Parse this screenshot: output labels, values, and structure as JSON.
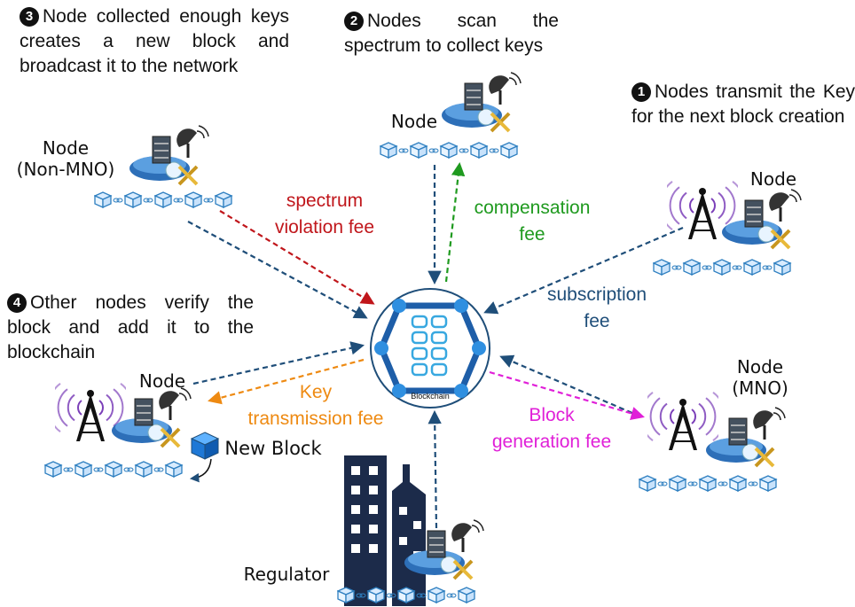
{
  "steps": [
    {
      "num": "3",
      "text": "Node collected enough keys creates a new block and broadcast it to the network"
    },
    {
      "num": "2",
      "text": "Nodes scan the spectrum to collect keys"
    },
    {
      "num": "1",
      "text": "Nodes transmit the Key for the next block creation"
    },
    {
      "num": "4",
      "text": "Other nodes verify the block and add it to the blockchain"
    }
  ],
  "nodes": {
    "top": "Node",
    "non_mno": "Node\n(Non-MNO)",
    "right_top": "Node",
    "left_mid": "Node",
    "mno": "Node\n(MNO)",
    "regulator": "Regulator"
  },
  "new_block": "New Block",
  "center": "Blockchain",
  "fees": {
    "spectrum_violation": {
      "text": "spectrum\nviolation fee",
      "color": "#c0161b"
    },
    "compensation": {
      "text": "compensation\nfee",
      "color": "#1f9a1f"
    },
    "subscription": {
      "text": "subscription\nfee",
      "color": "#1f4e79"
    },
    "key_transmission": {
      "text": "Key\ntransmission fee",
      "color": "#ee8a12"
    },
    "block_generation": {
      "text": "Block\ngeneration fee",
      "color": "#e020d8"
    }
  },
  "colors": {
    "arrow_blue": "#1f4e79",
    "chain_blue": "#2e7fc0",
    "hub_blue": "#2f8fe0",
    "building": "#1c2b4a"
  }
}
